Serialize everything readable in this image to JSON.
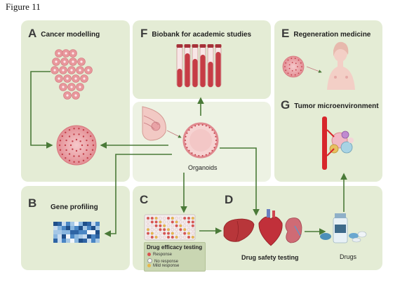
{
  "figure_label": "Figure 11",
  "panels": {
    "a": {
      "letter": "A",
      "title": "Cancer modelling"
    },
    "b": {
      "letter": "B",
      "title": "Gene profiling"
    },
    "c": {
      "letter": "C"
    },
    "d": {
      "letter": "D"
    },
    "e": {
      "letter": "E",
      "title": "Regeneration medicine"
    },
    "f": {
      "letter": "F",
      "title": "Biobank for academic studies"
    },
    "g": {
      "letter": "G",
      "title": "Tumor microenvironment"
    }
  },
  "labels": {
    "organoids": "Organoids",
    "drug_safety": "Drug safety testing",
    "drugs": "Drugs"
  },
  "legend": {
    "title": "Drug efficacy testing",
    "items": [
      {
        "label": "Response",
        "color": "#d9534f"
      },
      {
        "label": "No response",
        "color": "#f4f4f4"
      },
      {
        "label": "Mild response",
        "color": "#e8b84a"
      }
    ]
  },
  "colors": {
    "panel_bg": "#e4ecd5",
    "arrow": "#4a7a38",
    "organoid": "#e78f94",
    "organoid_dot": "#c2404a"
  },
  "icons": [
    "cell-cluster-icon",
    "organoid-icon",
    "breast-tissue-icon",
    "test-tubes-icon",
    "female-body-icon",
    "blood-vessel-tumor-icon",
    "heatmap-icon",
    "well-plate-icon",
    "liver-icon",
    "heart-icon",
    "kidney-icon",
    "drug-vial-icon",
    "pill-icon"
  ]
}
